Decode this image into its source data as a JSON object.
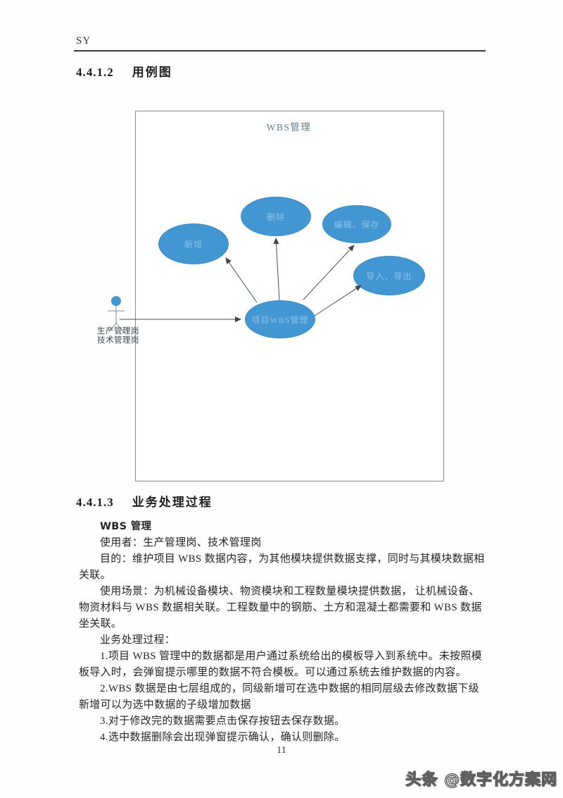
{
  "header": {
    "text": "SY"
  },
  "sections": {
    "usecase": {
      "number": "4.4.1.2",
      "title": "用例图"
    },
    "process": {
      "number": "4.4.1.3",
      "title": "业务处理过程"
    }
  },
  "diagram": {
    "title": "WBS管理",
    "actor": {
      "line1": "生产管理岗",
      "line2": "技术管理岗"
    },
    "use_cases": {
      "add": "新增",
      "delete": "删除",
      "edit_save": "编辑、保存",
      "import_export": "导入、导出",
      "main": "项目WBS管理"
    },
    "colors": {
      "ellipse_fill": "#4297d3",
      "ellipse_border": "#3a89c4",
      "ellipse_text": "#8fc0e8",
      "title_text": "#5e7f8a",
      "arrow": "#3f444a"
    }
  },
  "content": {
    "subtitle": "WBS 管理",
    "paragraphs": [
      "使用者：生产管理岗、技术管理岗",
      "目的：维护项目 WBS 数据内容，为其他模块提供数据支撑，同时与其模块数据相关联。",
      "使用场景：为机械设备模块、物资模块和工程数量模块提供数据， 让机械设备、物资材料与 WBS 数据相关联。工程数量中的钢筋、土方和混凝土都需要和 WBS 数据坐关联。",
      "业务处理过程：",
      "1.项目 WBS 管理中的数据都是用户通过系统给出的模板导入到系统中。未按照模板导入时，会弹窗提示哪里的数据不符合模板。可以通过系统去维护数据的内容。",
      "2.WBS 数据是由七层组成的，同级新增可在选中数据的相同层级去修改数据下级新增可以为选中数据的子级增加数据",
      "3.对于修改完的数据需要点击保存按钮去保存数据。",
      "4.选中数据删除会出现弹窗提示确认，确认则删除。"
    ]
  },
  "footer": {
    "page_number": "11",
    "watermark": "头条 @数字化方案网"
  }
}
